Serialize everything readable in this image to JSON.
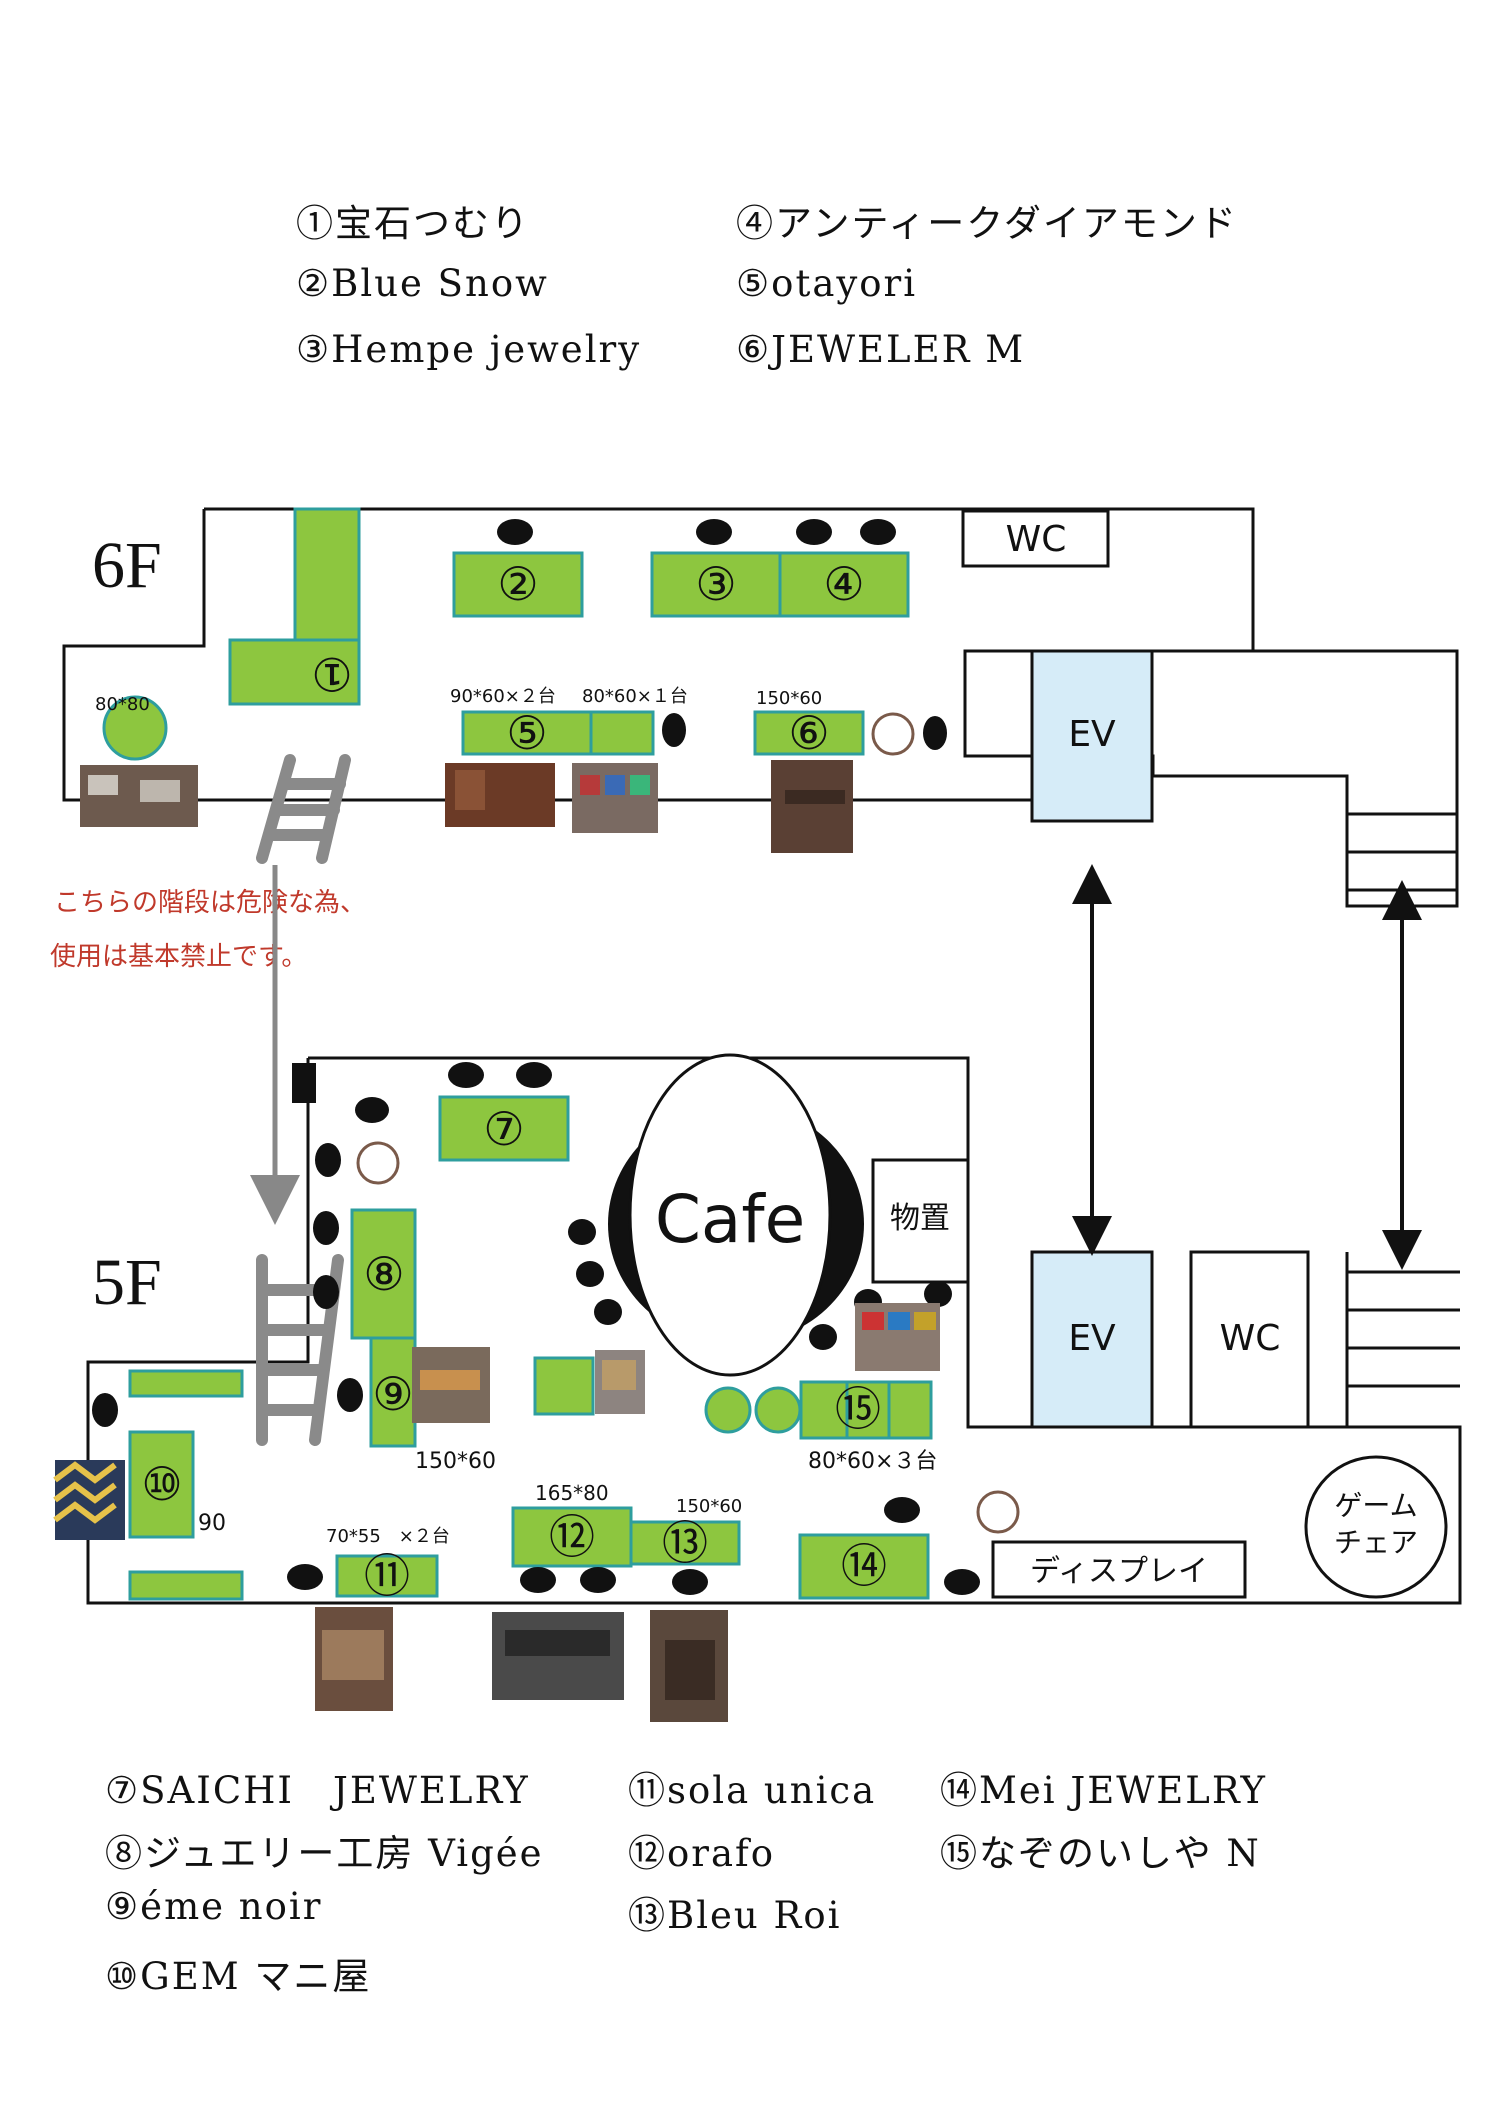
{
  "legend_top": [
    "①宝石つむり",
    "②Blue Snow",
    "③Hempe jewelry",
    "④アンティークダイアモンド",
    "⑤otayori",
    "⑥JEWELER M"
  ],
  "legend_bottom": [
    "⑦SAICHI　JEWELRY",
    "⑧ジュエリー工房 Vigée",
    "⑨éme noir",
    "⑩GEM マニ屋",
    "⑪sola unica",
    "⑫orafo",
    "⑬Bleu Roi",
    "⑭Mei JEWELRY",
    "⑮なぞのいしや N"
  ],
  "floors": {
    "f6": "6F",
    "f5": "5F"
  },
  "notice": [
    "こちらの階段は危険な為、",
    "使用は基本禁止です。"
  ],
  "rooms": {
    "wc": "WC",
    "ev": "EV",
    "cafe": "Cafe",
    "storage": "物置",
    "display": "ディスプレイ",
    "game1": "ゲーム",
    "game2": "チェア"
  },
  "booths": {
    "b1": "①",
    "b2": "②",
    "b3": "③",
    "b4": "④",
    "b5": "⑤",
    "b6": "⑥",
    "b7": "⑦",
    "b8": "⑧",
    "b9": "⑨",
    "b10": "⑩",
    "b11": "⑪",
    "b12": "⑫",
    "b13": "⑬",
    "b14": "⑭",
    "b15": "⑮"
  },
  "dims": {
    "d_round": "80*80",
    "d5a": "90*60×２台",
    "d5b": "80*60×１台",
    "d6": "150*60",
    "d9": "150*60",
    "d15": "80*60×３台",
    "d10": "90",
    "d11": "70*55　×２台",
    "d12": "165*80",
    "d13": "150*60"
  },
  "colors": {
    "table": "#8dc63f",
    "table_border": "#2e9e9e",
    "ev": "#d6ecf8",
    "notice": "#c0392b"
  }
}
